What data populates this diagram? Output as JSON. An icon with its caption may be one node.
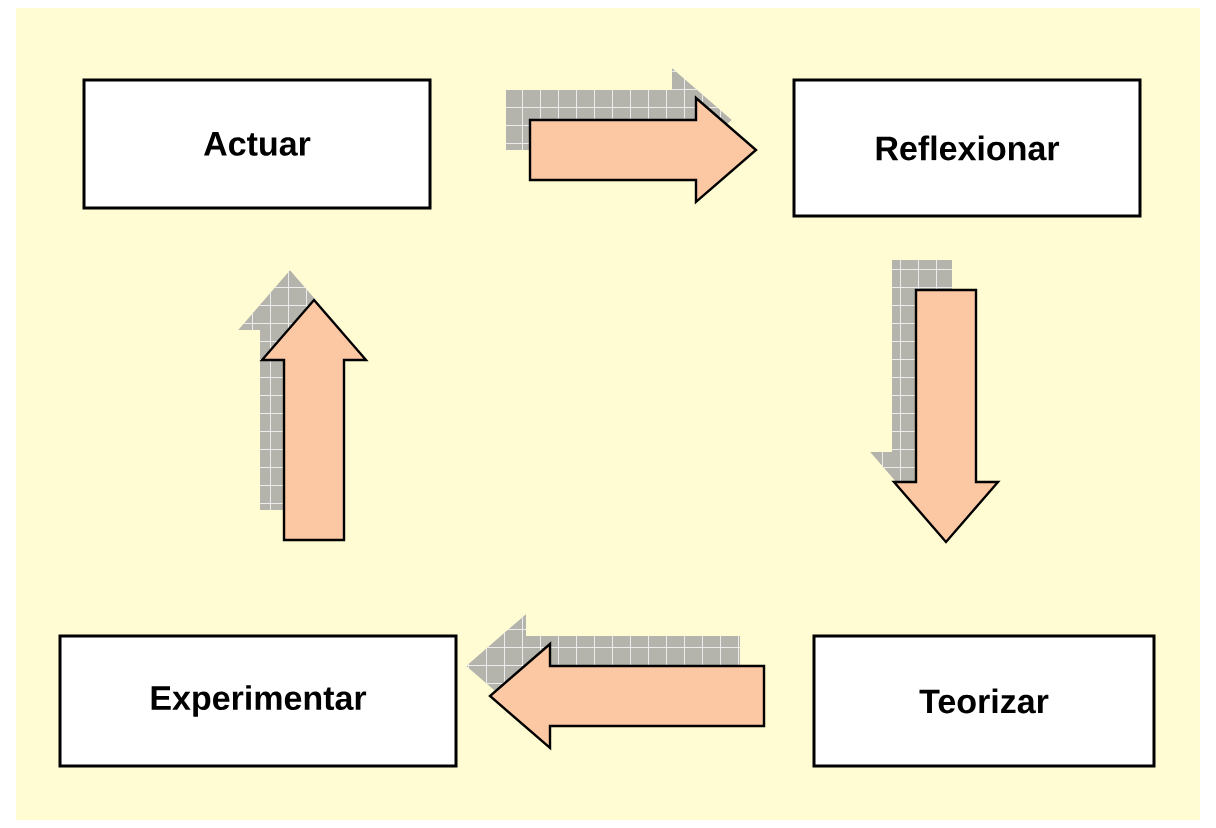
{
  "diagram": {
    "nodes": [
      {
        "text": [
          "Actuar"
        ]
      },
      {
        "text": [
          "Reflexionar"
        ]
      },
      {
        "text": [
          "Teorizar"
        ]
      },
      {
        "text": [
          "Experimentar"
        ]
      }
    ],
    "edges": [
      {
        "from": 0,
        "to": 1,
        "arrow": "to"
      },
      {
        "from": 1,
        "to": 2,
        "arrow": "to"
      },
      {
        "from": 2,
        "to": 3,
        "arrow": "to"
      },
      {
        "from": 3,
        "to": 0,
        "arrow": "to"
      }
    ]
  }
}
